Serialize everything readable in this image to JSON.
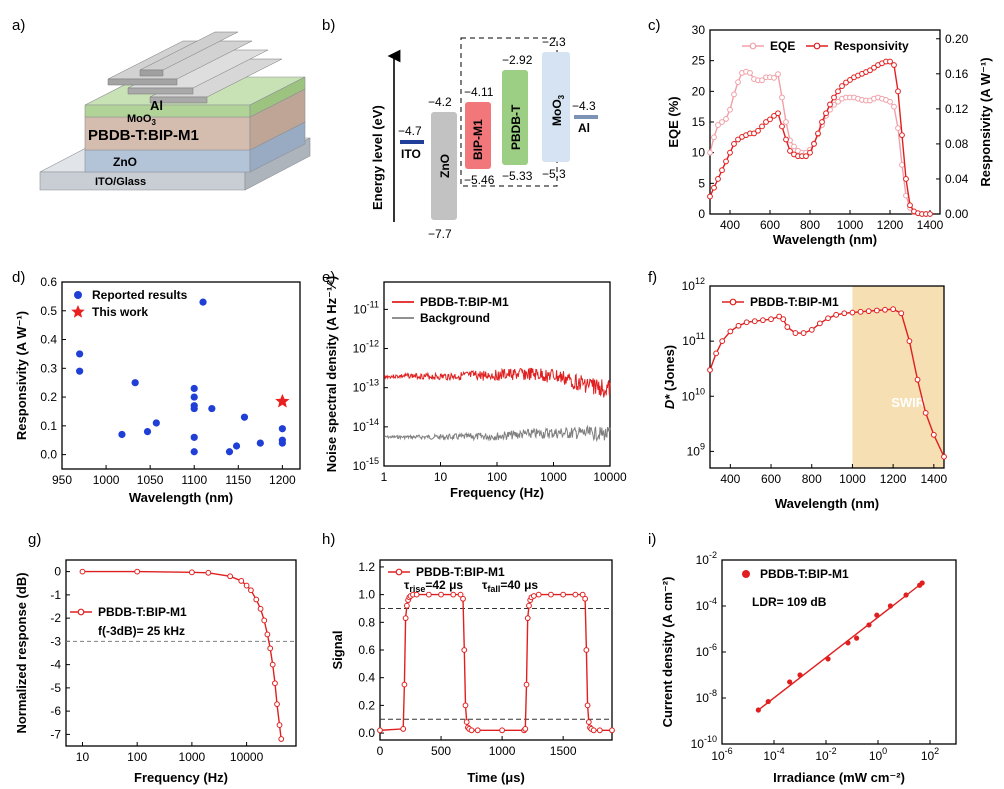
{
  "panel_labels": [
    "a)",
    "b)",
    "c)",
    "d)",
    "e)",
    "f)",
    "g)",
    "h)",
    "i)"
  ],
  "device": {
    "layers": [
      "Al",
      "MoO3",
      "PBDB-T:BIP-M1",
      "ZnO",
      "ITO/Glass"
    ],
    "colors": {
      "al": "#b9b9b9",
      "moo3": "#bcd9a8",
      "active": "#d9c2b4",
      "zno": "#b8c9da",
      "ito": "#d4d8dc"
    }
  },
  "energy": {
    "ylabel": "Energy level (eV)",
    "levels": [
      {
        "name": "ITO",
        "value_label": "−4.7",
        "color": "#1f3f9a"
      },
      {
        "name": "ZnO",
        "lumo_label": "−4.2",
        "homo_label": "−7.7",
        "color": "#c2c2c2"
      },
      {
        "name": "BIP-M1",
        "lumo_label": "−4.11",
        "homo_label": "−5.46",
        "color": "#f2777a"
      },
      {
        "name": "PBDB-T",
        "lumo_label": "−2.92",
        "homo_label": "−5.33",
        "color": "#9ccf84"
      },
      {
        "name": "MoO3",
        "lumo_label": "−2.3",
        "homo_label": "−5.3",
        "color": "#d5e3f2"
      },
      {
        "name": "Al",
        "value_label": "−4.3",
        "color": "#7d93b5"
      }
    ]
  },
  "chart_data": [
    {
      "id": "c",
      "type": "line",
      "xlabel": "Wavelength (nm)",
      "ylabel": "EQE (%)",
      "y2label": "Responsivity (A W⁻¹)",
      "xlim": [
        300,
        1450
      ],
      "ylim": [
        0,
        30
      ],
      "y2lim": [
        0,
        0.21
      ],
      "xticks": [
        400,
        600,
        800,
        1000,
        1200,
        1400
      ],
      "yticks": [
        0,
        5,
        10,
        15,
        20,
        25,
        30
      ],
      "y2ticks": [
        0.0,
        0.04,
        0.08,
        0.12,
        0.16,
        0.2
      ],
      "series": [
        {
          "name": "EQE",
          "axis": "left",
          "color": "#f0a0a8",
          "x": [
            300,
            320,
            340,
            360,
            380,
            400,
            420,
            440,
            460,
            480,
            500,
            520,
            540,
            560,
            580,
            600,
            620,
            640,
            660,
            680,
            700,
            720,
            740,
            760,
            780,
            800,
            820,
            840,
            860,
            880,
            900,
            920,
            940,
            960,
            980,
            1000,
            1020,
            1040,
            1060,
            1080,
            1100,
            1120,
            1140,
            1160,
            1180,
            1200,
            1220,
            1240,
            1260,
            1280,
            1300,
            1320,
            1340,
            1360,
            1380,
            1400
          ],
          "y": [
            10,
            12.5,
            14.5,
            15,
            15.5,
            17,
            19.5,
            21.5,
            23,
            23.2,
            23,
            22,
            21.8,
            21.8,
            22.3,
            22.3,
            22.2,
            22.8,
            19,
            15,
            12,
            11,
            10.3,
            10,
            10,
            10.5,
            11.5,
            13,
            14.5,
            16,
            17,
            17.8,
            18.3,
            18.8,
            19,
            19,
            19,
            18.8,
            18.6,
            18.5,
            18.5,
            18.8,
            19,
            18.8,
            18.6,
            18.3,
            17.5,
            14,
            8,
            3,
            1,
            0.3,
            0.1,
            0,
            0,
            0
          ]
        },
        {
          "name": "Responsivity",
          "axis": "right",
          "color": "#e02020",
          "x": [
            300,
            320,
            340,
            360,
            380,
            400,
            420,
            440,
            460,
            480,
            500,
            520,
            540,
            560,
            580,
            600,
            620,
            640,
            660,
            680,
            700,
            720,
            740,
            760,
            780,
            800,
            820,
            840,
            860,
            880,
            900,
            920,
            940,
            960,
            980,
            1000,
            1020,
            1040,
            1060,
            1080,
            1100,
            1120,
            1140,
            1160,
            1180,
            1200,
            1220,
            1240,
            1260,
            1280,
            1300,
            1320,
            1340,
            1360,
            1380,
            1400
          ],
          "y": [
            0.02,
            0.03,
            0.04,
            0.05,
            0.06,
            0.07,
            0.08,
            0.085,
            0.088,
            0.09,
            0.092,
            0.092,
            0.095,
            0.1,
            0.105,
            0.108,
            0.112,
            0.115,
            0.1,
            0.085,
            0.072,
            0.068,
            0.066,
            0.066,
            0.066,
            0.07,
            0.08,
            0.092,
            0.105,
            0.115,
            0.125,
            0.133,
            0.14,
            0.146,
            0.15,
            0.153,
            0.156,
            0.158,
            0.16,
            0.162,
            0.164,
            0.167,
            0.17,
            0.172,
            0.174,
            0.174,
            0.17,
            0.14,
            0.09,
            0.04,
            0.01,
            0.003,
            0.001,
            0,
            0,
            0
          ]
        }
      ]
    },
    {
      "id": "d",
      "type": "scatter",
      "xlabel": "Wavelength (nm)",
      "ylabel": "Responsivity (A W⁻¹)",
      "xlim": [
        950,
        1220
      ],
      "ylim": [
        -0.05,
        0.6
      ],
      "xticks": [
        950,
        1000,
        1050,
        1100,
        1150,
        1200
      ],
      "yticks": [
        0.0,
        0.1,
        0.2,
        0.3,
        0.4,
        0.5,
        0.6
      ],
      "series": [
        {
          "name": "Reported results",
          "color": "#1f3fd6",
          "x": [
            970,
            970,
            1018,
            1033,
            1047,
            1057,
            1100,
            1100,
            1100,
            1100,
            1100,
            1100,
            1110,
            1120,
            1140,
            1148,
            1157,
            1175,
            1200,
            1200,
            1200
          ],
          "y": [
            0.35,
            0.29,
            0.07,
            0.25,
            0.08,
            0.11,
            0.23,
            0.2,
            0.17,
            0.16,
            0.06,
            0.01,
            0.53,
            0.16,
            0.01,
            0.03,
            0.13,
            0.04,
            0.09,
            0.05,
            0.04
          ]
        },
        {
          "name": "This work",
          "color": "#e82020",
          "x": [
            1200
          ],
          "y": [
            0.185
          ]
        }
      ]
    },
    {
      "id": "e",
      "type": "line",
      "xlabel": "Frequency (Hz)",
      "ylabel": "Noise spectral density (A Hz⁻¹⁄²)",
      "xscale": "log",
      "yscale": "log",
      "xlim": [
        1,
        10000
      ],
      "ylim": [
        1e-15,
        5e-11
      ],
      "xticks": [
        "1",
        "10",
        "100",
        "1000",
        "10000"
      ],
      "yticks_exp": [
        "-15",
        "-14",
        "-13",
        "-12",
        "-11"
      ],
      "series": [
        {
          "name": "PBDB-T:BIP-M1",
          "color": "#e02020",
          "x": [
            1,
            3,
            10,
            30,
            100,
            300,
            1000,
            3000,
            10000
          ],
          "y": [
            1.9e-13,
            2e-13,
            1.9e-13,
            2e-13,
            2.1e-13,
            2.2e-13,
            2e-13,
            1.3e-13,
            9e-14
          ]
        },
        {
          "name": "Background",
          "color": "#808080",
          "x": [
            1,
            3,
            10,
            30,
            100,
            300,
            1000,
            3000,
            10000
          ],
          "y": [
            5.5e-15,
            5.5e-15,
            5.5e-15,
            5.6e-15,
            5.8e-15,
            6.5e-15,
            7e-15,
            7e-15,
            6.5e-15
          ]
        }
      ]
    },
    {
      "id": "f",
      "type": "line",
      "xlabel": "Wavelength (nm)",
      "ylabel": "D* (Jones)",
      "yscale": "log",
      "xlim": [
        300,
        1450
      ],
      "ylim": [
        500000000.0,
        1000000000000.0
      ],
      "xticks": [
        400,
        600,
        800,
        1000,
        1200,
        1400
      ],
      "yticks_exp": [
        "9",
        "10",
        "11",
        "12"
      ],
      "shade": {
        "from": 1000,
        "to": 1450,
        "label": "SWIR",
        "color": "#f6dfb3"
      },
      "series": [
        {
          "name": "PBDB-T:BIP-M1",
          "color": "#e02020",
          "x": [
            300,
            330,
            360,
            400,
            440,
            480,
            520,
            560,
            600,
            640,
            660,
            680,
            720,
            760,
            800,
            840,
            880,
            920,
            960,
            1000,
            1040,
            1080,
            1120,
            1160,
            1200,
            1240,
            1280,
            1320,
            1360,
            1400,
            1450
          ],
          "y": [
            30000000000.0,
            60000000000.0,
            100000000000.0,
            150000000000.0,
            190000000000.0,
            220000000000.0,
            230000000000.0,
            240000000000.0,
            250000000000.0,
            280000000000.0,
            250000000000.0,
            180000000000.0,
            140000000000.0,
            140000000000.0,
            160000000000.0,
            210000000000.0,
            260000000000.0,
            300000000000.0,
            320000000000.0,
            330000000000.0,
            340000000000.0,
            350000000000.0,
            360000000000.0,
            370000000000.0,
            380000000000.0,
            320000000000.0,
            100000000000.0,
            20000000000.0,
            5000000000.0,
            2000000000.0,
            800000000.0
          ]
        }
      ]
    },
    {
      "id": "g",
      "type": "line",
      "xlabel": "Frequency (Hz)",
      "ylabel": "Normalized response (dB)",
      "xscale": "log",
      "xlim": [
        5,
        80000
      ],
      "ylim": [
        -7.5,
        0.5
      ],
      "xticks": [
        "10",
        "100",
        "1000",
        "10000"
      ],
      "yticks": [
        0,
        -1,
        -2,
        -3,
        -4,
        -5,
        -6,
        -7
      ],
      "annotation": "f(-3dB)= 25 kHz",
      "hline": -3,
      "series": [
        {
          "name": "PBDB-T:BIP-M1",
          "color": "#e02020",
          "x": [
            10,
            100,
            1000,
            2000,
            5000,
            8000,
            10000,
            12000,
            15000,
            18000,
            21000,
            24000,
            27000,
            30000,
            33000,
            36000,
            40000,
            43000
          ],
          "y": [
            0,
            0,
            -0.03,
            -0.05,
            -0.2,
            -0.4,
            -0.6,
            -0.8,
            -1.2,
            -1.6,
            -2.1,
            -2.7,
            -3.3,
            -4,
            -4.8,
            -5.7,
            -6.6,
            -7.2
          ]
        }
      ]
    },
    {
      "id": "h",
      "type": "line",
      "xlabel": "Time (μs)",
      "ylabel": "Signal",
      "xlim": [
        0,
        1900
      ],
      "ylim": [
        -0.05,
        1.25
      ],
      "xticks": [
        0,
        500,
        1000,
        1500
      ],
      "yticks": [
        0.0,
        0.2,
        0.4,
        0.6,
        0.8,
        1.0,
        1.2
      ],
      "hlines": [
        0.9,
        0.1
      ],
      "annotations": {
        "rise_sym": "τ",
        "rise_sub": "rise",
        "rise_val": "=42 μs",
        "fall_sym": "τ",
        "fall_sub": "fall",
        "fall_val": "=40 μs"
      },
      "series": [
        {
          "name": "PBDB-T:BIP-M1",
          "color": "#e02020",
          "x": [
            0,
            190,
            200,
            210,
            220,
            230,
            240,
            250,
            270,
            300,
            400,
            500,
            600,
            660,
            680,
            690,
            700,
            710,
            720,
            730,
            750,
            800,
            1000,
            1180,
            1190,
            1200,
            1210,
            1220,
            1230,
            1240,
            1260,
            1300,
            1400,
            1500,
            1600,
            1660,
            1680,
            1690,
            1700,
            1710,
            1720,
            1730,
            1750,
            1800,
            1900
          ],
          "y": [
            0.02,
            0.03,
            0.35,
            0.83,
            0.92,
            0.96,
            0.98,
            0.99,
            1,
            1,
            1,
            1,
            1,
            1,
            0.97,
            0.6,
            0.2,
            0.08,
            0.04,
            0.03,
            0.02,
            0.02,
            0.02,
            0.02,
            0.03,
            0.35,
            0.83,
            0.92,
            0.96,
            0.98,
            0.99,
            1,
            1,
            1,
            1,
            1,
            0.97,
            0.6,
            0.2,
            0.08,
            0.04,
            0.03,
            0.02,
            0.02,
            0.02
          ]
        }
      ]
    },
    {
      "id": "i",
      "type": "scatter",
      "xlabel": "Irradiance (mW cm⁻²)",
      "ylabel": "Current density (A cm⁻²)",
      "xscale": "log",
      "yscale": "log",
      "xlim": [
        1e-06,
        1000.0
      ],
      "ylim": [
        1e-10,
        0.01
      ],
      "xticks_exp": [
        "-6",
        "-4",
        "-2",
        "0",
        "2"
      ],
      "yticks_exp": [
        "-10",
        "-8",
        "-6",
        "-4",
        "-2"
      ],
      "annotation": "LDR= 109 dB",
      "series": [
        {
          "name": "PBDB-T:BIP-M1",
          "color": "#e02020",
          "x": [
            2.5e-05,
            6e-05,
            0.0004,
            0.001,
            0.012,
            0.07,
            0.15,
            0.45,
            0.9,
            3,
            12,
            40,
            50
          ],
          "y": [
            3e-09,
            7e-09,
            5e-08,
            1e-07,
            5e-07,
            2.5e-06,
            4e-06,
            1.5e-05,
            4e-05,
            0.0001,
            0.0003,
            0.0008,
            0.001
          ]
        }
      ]
    }
  ]
}
